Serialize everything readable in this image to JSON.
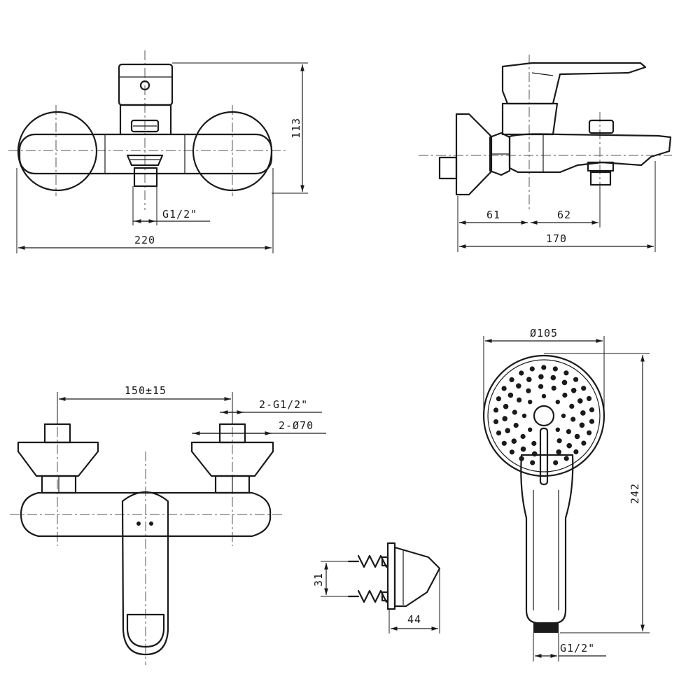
{
  "colors": {
    "line": "#1a1a1a",
    "background": "#ffffff"
  },
  "front_view": {
    "width_label": "220",
    "height_label": "113",
    "thread_label": "G1/2\""
  },
  "side_view": {
    "depth_total_label": "170",
    "depth_a_label": "61",
    "depth_b_label": "62"
  },
  "top_view": {
    "spacing_label": "150±15",
    "thread_label": "2-G1/2\"",
    "flange_label": "2-Ø70"
  },
  "holder": {
    "height_label": "31",
    "depth_label": "44"
  },
  "hand_shower": {
    "diameter_label": "Ø105",
    "length_label": "242",
    "thread_label": "G1/2\""
  }
}
